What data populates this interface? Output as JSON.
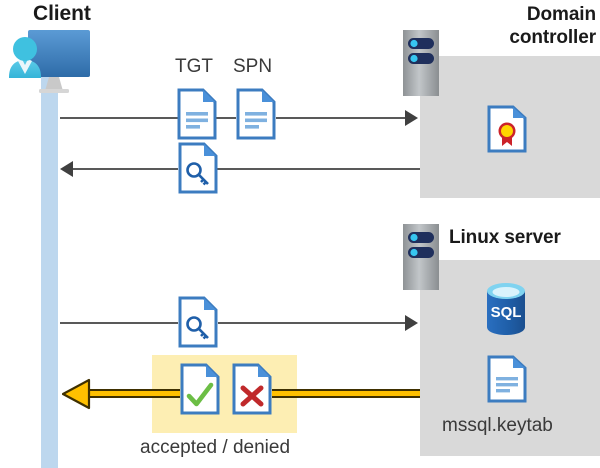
{
  "diagram": {
    "title_client": "Client",
    "title_domain_controller": "Domain\ncontroller",
    "title_domain_controller_line1": "Domain",
    "title_domain_controller_line2": "controller",
    "title_linux_server": "Linux server",
    "label_tgt": "TGT",
    "label_spn": "SPN",
    "label_keytab": "mssql.keytab",
    "label_accepted_denied": "accepted / denied",
    "icons": {
      "client": "client-user-monitor-icon",
      "server_rack": "server-rack-icon",
      "certificate_document": "certificate-document-icon",
      "text_document": "text-document-icon",
      "key_document": "key-ticket-document-icon",
      "accepted_document": "accepted-check-document-icon",
      "denied_document": "denied-cross-document-icon",
      "sql_database": "sql-database-icon"
    },
    "colors": {
      "panel_gray": "#d9d9d9",
      "lifeline_blue": "#bdd7ee",
      "doc_blue": "#3c7cc0",
      "highlight_yellow": "#fdeeb3",
      "gold_arrow": "#ffc000",
      "line_gray": "#595959",
      "check_green": "#6cbe45",
      "cross_red": "#c0292b",
      "sql_blue": "#1f5fa9",
      "seal_yellow": "#ffd400",
      "seal_red": "#cc2229"
    },
    "flows": [
      {
        "id": "flow-1",
        "direction": "right",
        "from": "client",
        "to": "domain-controller",
        "carries": [
          "TGT",
          "SPN"
        ]
      },
      {
        "id": "flow-2",
        "direction": "left",
        "from": "domain-controller",
        "to": "client",
        "carries": [
          "service ticket"
        ]
      },
      {
        "id": "flow-3",
        "direction": "right",
        "from": "client",
        "to": "linux-server",
        "carries": [
          "service ticket"
        ]
      },
      {
        "id": "flow-4",
        "direction": "left",
        "from": "linux-server",
        "to": "client",
        "carries": [
          "accepted / denied"
        ]
      }
    ]
  }
}
